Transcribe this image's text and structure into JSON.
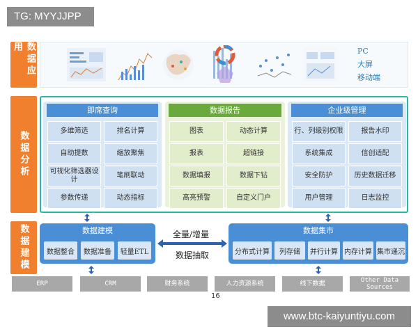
{
  "watermark_top": "TG: MYYJJPP",
  "watermark_bottom": "www.btc-kaiyuntiyu.com",
  "rows": {
    "application": "数据应用",
    "analysis": "数据分析",
    "construction": "数据建模"
  },
  "application": {
    "channels": [
      "PC",
      "大屏",
      "移动端"
    ]
  },
  "analysis": {
    "columns": [
      {
        "title": "即席查询",
        "color": "#4a8fd6",
        "items": [
          "多维筛选",
          "排名计算",
          "自助提数",
          "缩放聚焦",
          "可视化筛选器设计",
          "笔刷联动",
          "参数传递",
          "动态指标"
        ]
      },
      {
        "title": "数据报告",
        "color": "#6aaa3c",
        "items": [
          "图表",
          "动态计算",
          "报表",
          "超链接",
          "数据填报",
          "数据下钻",
          "高亮预警",
          "自定义门户"
        ]
      },
      {
        "title": "企业级管理",
        "color": "#4a8fd6",
        "items": [
          "行、列级别权限",
          "报告水印",
          "系统集成",
          "信创适配",
          "安全防护",
          "历史数据迁移",
          "用户管理",
          "日志监控"
        ]
      }
    ]
  },
  "modeling": {
    "title": "数据建模",
    "items": [
      "数据整合",
      "数据准备",
      "轻量ETL"
    ]
  },
  "market": {
    "title": "数据集市",
    "items": [
      "分布式计算",
      "列存储",
      "并行计算",
      "内存计算",
      "集市递沉"
    ]
  },
  "connector": {
    "top": "全量/增量",
    "bottom": "数据抽取"
  },
  "sources": [
    "ERP",
    "CRM",
    "财务系统",
    "人力资源系统",
    "线下数据",
    "Other Data Sources"
  ],
  "page_number": "16",
  "colors": {
    "orange": "#f07f2e",
    "teal": "#27b9a2",
    "blue": "#4a8fd6",
    "green": "#6aaa3c",
    "gray": "#a8a8a8"
  }
}
